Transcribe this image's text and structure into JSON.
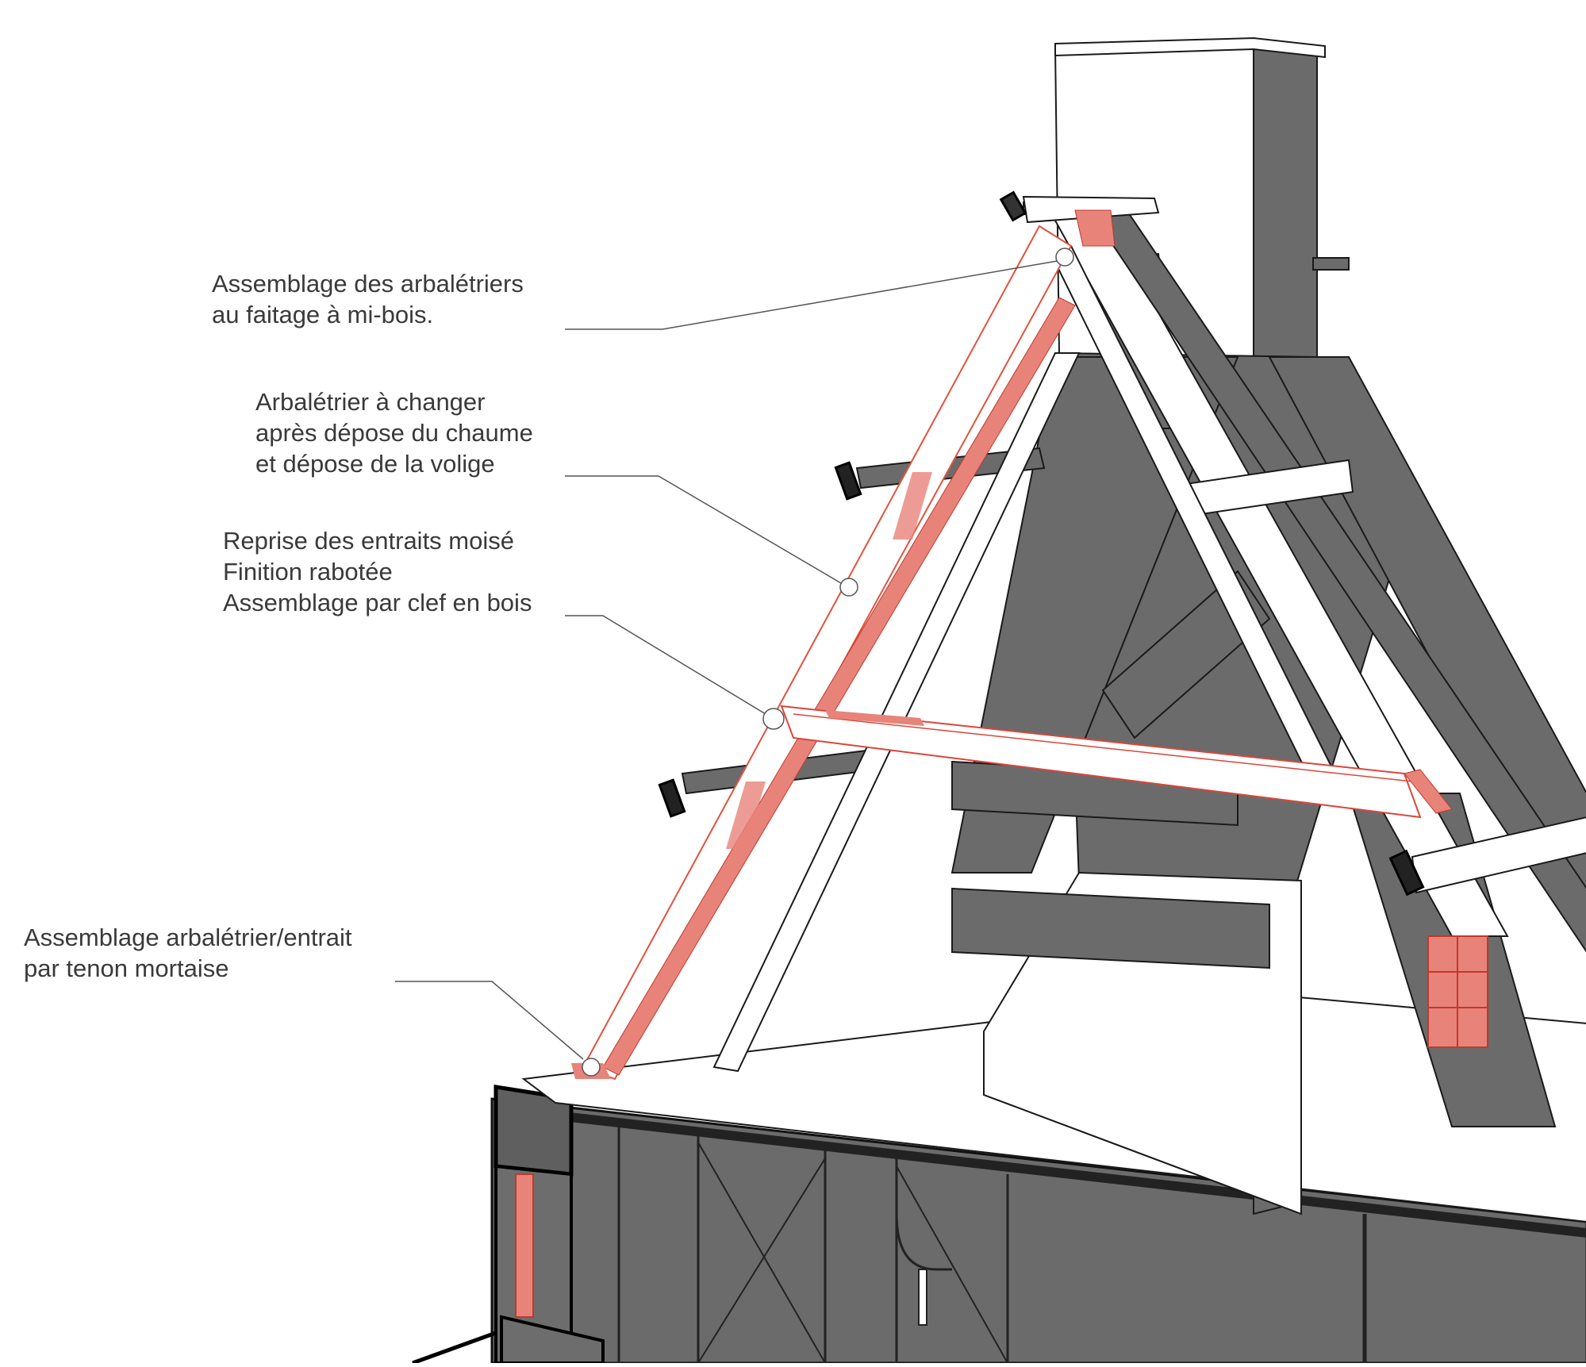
{
  "annotations": [
    {
      "id": "ridge-joint",
      "lines": [
        "Assemblage des arbalétriers",
        "au faitage à mi-bois."
      ]
    },
    {
      "id": "rafter-replace",
      "lines": [
        "Arbalétrier à changer",
        "après dépose du chaume",
        "et dépose de la volige"
      ]
    },
    {
      "id": "tie-beam",
      "lines": [
        "Reprise des entraits moisé",
        "Finition rabotée",
        "Assemblage par clef en bois"
      ]
    },
    {
      "id": "tenon-mortise",
      "lines": [
        "Assemblage arbalétrier/entrait",
        "par tenon mortaise"
      ]
    }
  ],
  "colors": {
    "timber_face": "#ffffff",
    "timber_shadow": "#6e6e6e",
    "outline": "#1a1a1a",
    "highlight": "#e8837a",
    "highlight_line": "#d9463a",
    "leader": "#555555"
  }
}
